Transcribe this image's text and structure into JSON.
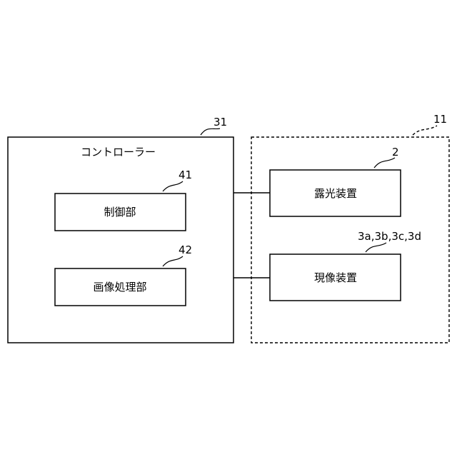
{
  "controller": {
    "ref": "31",
    "title": "コントローラー",
    "control_unit": {
      "ref": "41",
      "label": "制御部"
    },
    "image_processing_unit": {
      "ref": "42",
      "label": "画像処理部"
    }
  },
  "system": {
    "ref": "11",
    "exposure_device": {
      "ref": "2",
      "label": "露光装置"
    },
    "development_device": {
      "ref": "3a,3b,3c,3d",
      "label": "現像装置"
    }
  }
}
